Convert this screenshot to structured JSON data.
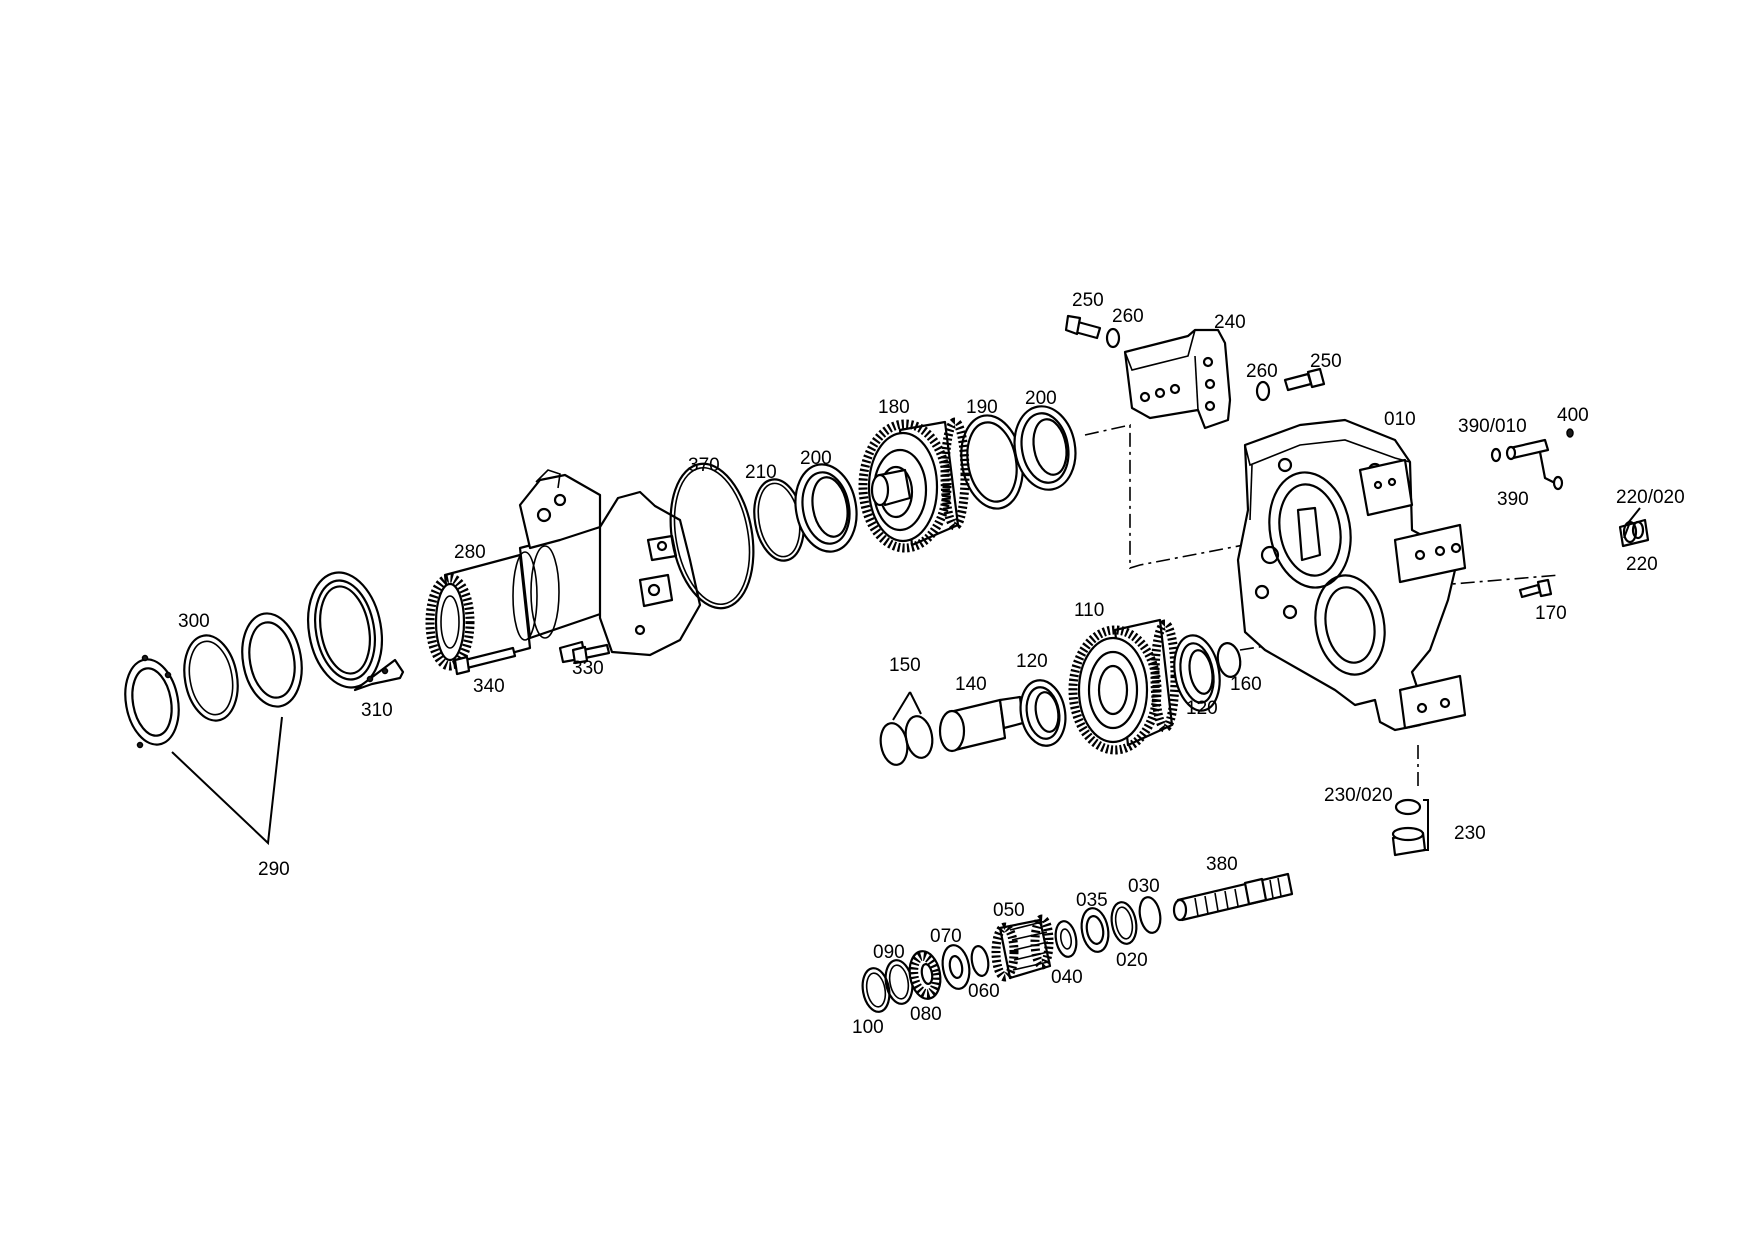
{
  "diagram": {
    "part_numbers": {
      "p010": "010",
      "p020": "020",
      "p030": "030",
      "p035": "035",
      "p040": "040",
      "p050": "050",
      "p060": "060",
      "p070": "070",
      "p080": "080",
      "p090": "090",
      "p100": "100",
      "p110": "110",
      "p120a": "120",
      "p120b": "120",
      "p140": "140",
      "p150": "150",
      "p160": "160",
      "p170": "170",
      "p180": "180",
      "p190": "190",
      "p200a": "200",
      "p200b": "200",
      "p210": "210",
      "p220": "220",
      "p220_020": "220/020",
      "p230": "230",
      "p230_020": "230/020",
      "p240": "240",
      "p250a": "250",
      "p250b": "250",
      "p260a": "260",
      "p260b": "260",
      "p280": "280",
      "p290": "290",
      "p300": "300",
      "p310": "310",
      "p330": "330",
      "p340": "340",
      "p370": "370",
      "p380": "380",
      "p390": "390",
      "p390_010": "390/010",
      "p400": "400"
    }
  }
}
